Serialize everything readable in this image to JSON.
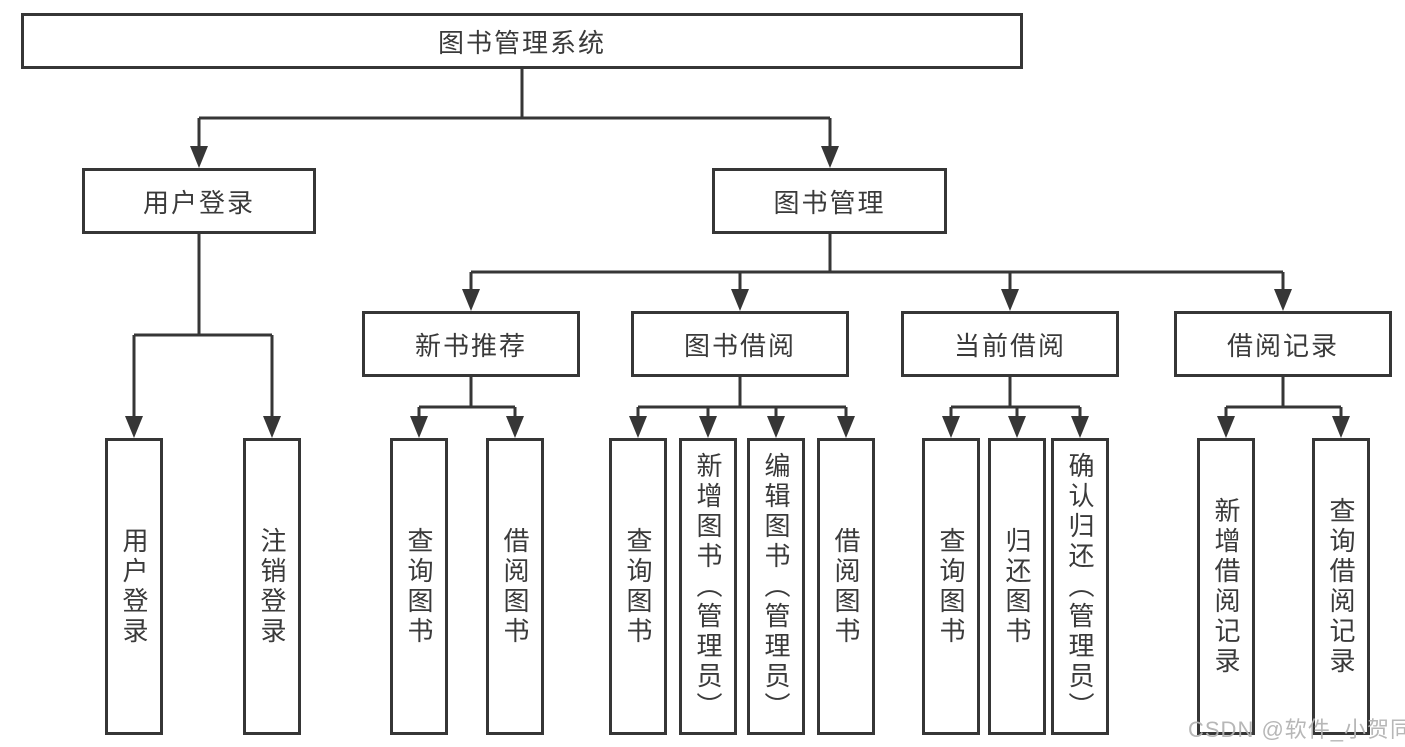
{
  "diagram": {
    "title": "图书管理系统",
    "level2": [
      {
        "label": "用户登录"
      },
      {
        "label": "图书管理"
      }
    ],
    "level3": [
      {
        "label": "新书推荐"
      },
      {
        "label": "图书借阅"
      },
      {
        "label": "当前借阅"
      },
      {
        "label": "借阅记录"
      }
    ],
    "leaves": [
      {
        "label": "用户登录"
      },
      {
        "label": "注销登录"
      },
      {
        "label": "查询图书"
      },
      {
        "label": "借阅图书"
      },
      {
        "label": "查询图书"
      },
      {
        "label": "新增图书（管理员）"
      },
      {
        "label": "编辑图书（管理员）"
      },
      {
        "label": "借阅图书"
      },
      {
        "label": "查询图书"
      },
      {
        "label": "归还图书"
      },
      {
        "label": "确认归还（管理员）"
      },
      {
        "label": "新增借阅记录"
      },
      {
        "label": "查询借阅记录"
      }
    ],
    "watermark": "CSDN @软件_小贺同学",
    "colors": {
      "line": "#363636",
      "text": "#3a3a3a",
      "watermark": "#b4b4b4",
      "background": "#ffffff"
    }
  }
}
